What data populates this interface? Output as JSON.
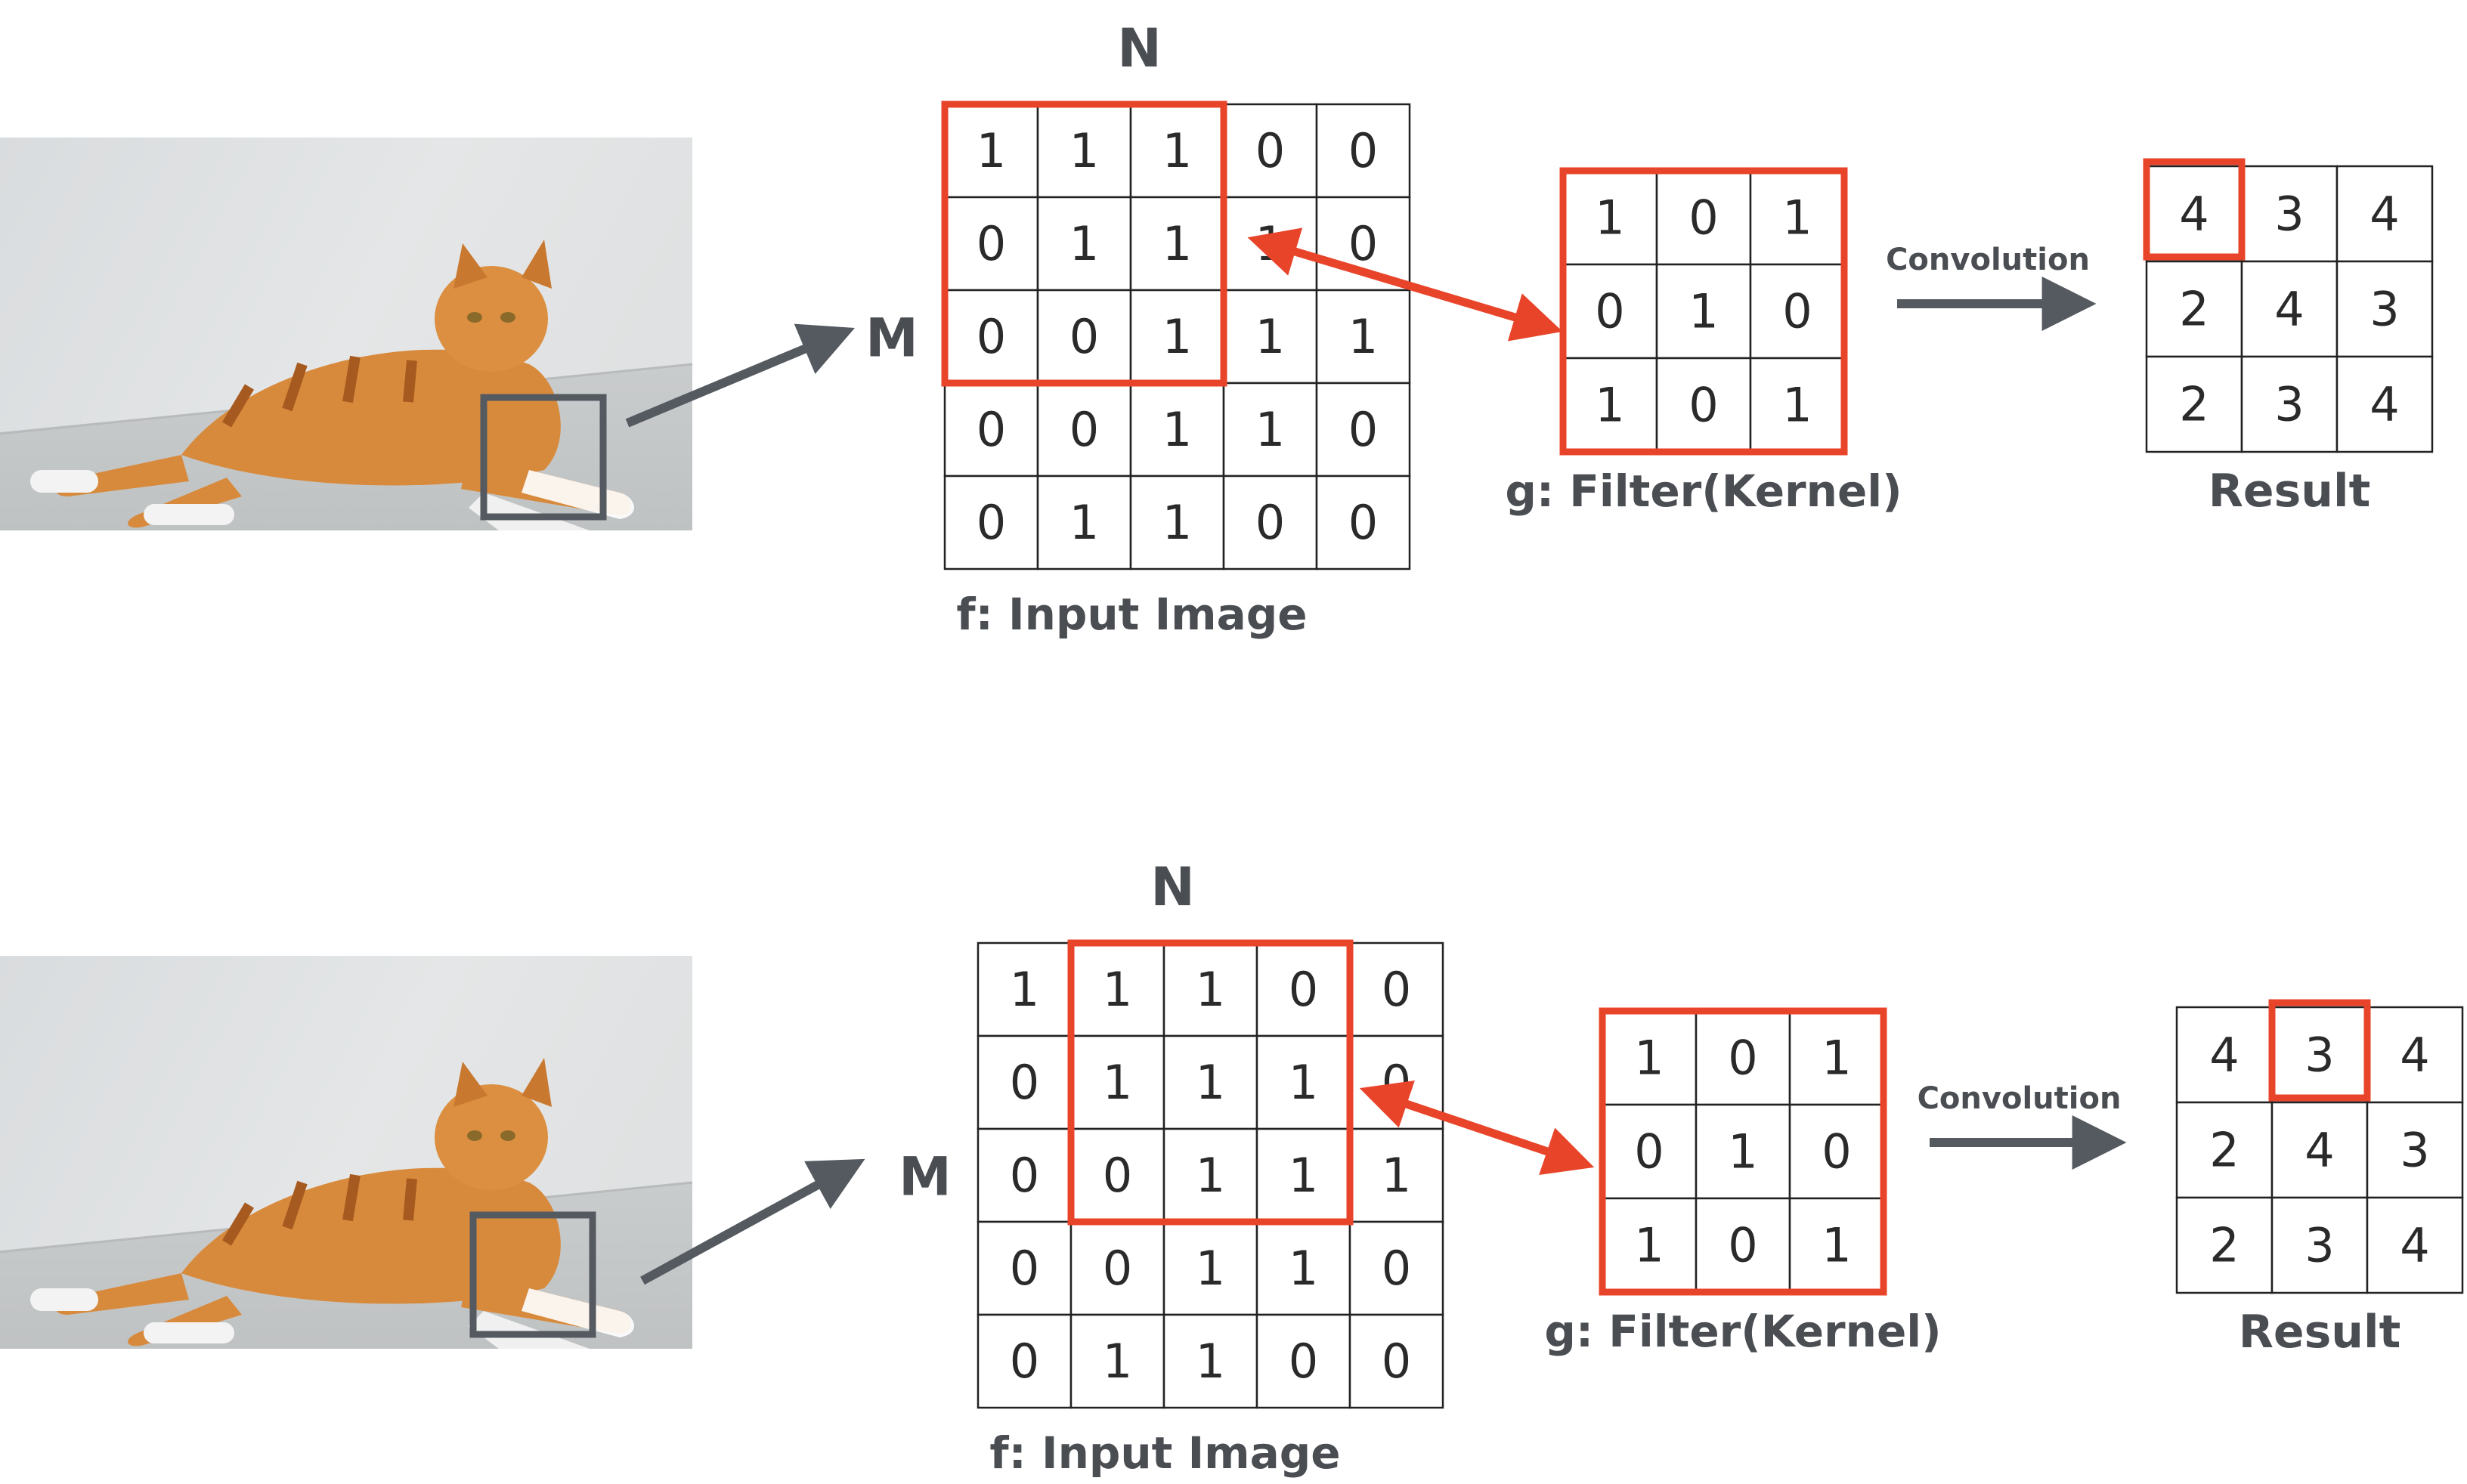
{
  "colors": {
    "highlight": "#e8442a",
    "arrow": "#555a61",
    "label": "#4a4d52"
  },
  "panels": [
    {
      "input": {
        "caption": "f: Input Image",
        "n_label": "N",
        "m_label": "M",
        "values": [
          [
            1,
            1,
            1,
            0,
            0
          ],
          [
            0,
            1,
            1,
            1,
            0
          ],
          [
            0,
            0,
            1,
            1,
            1
          ],
          [
            0,
            0,
            1,
            1,
            0
          ],
          [
            0,
            1,
            1,
            0,
            0
          ]
        ],
        "window": {
          "row": 0,
          "col": 0
        }
      },
      "kernel": {
        "caption": "g: Filter(Kernel)",
        "values": [
          [
            1,
            0,
            1
          ],
          [
            0,
            1,
            0
          ],
          [
            1,
            0,
            1
          ]
        ]
      },
      "operation_label": "Convolution",
      "result": {
        "caption": "Result",
        "values": [
          [
            4,
            3,
            4
          ],
          [
            2,
            4,
            3
          ],
          [
            2,
            3,
            4
          ]
        ],
        "highlight": {
          "row": 0,
          "col": 0
        }
      }
    },
    {
      "input": {
        "caption": "f: Input Image",
        "n_label": "N",
        "m_label": "M",
        "values": [
          [
            1,
            1,
            1,
            0,
            0
          ],
          [
            0,
            1,
            1,
            1,
            0
          ],
          [
            0,
            0,
            1,
            1,
            1
          ],
          [
            0,
            0,
            1,
            1,
            0
          ],
          [
            0,
            1,
            1,
            0,
            0
          ]
        ],
        "window": {
          "row": 0,
          "col": 1
        }
      },
      "kernel": {
        "caption": "g: Filter(Kernel)",
        "values": [
          [
            1,
            0,
            1
          ],
          [
            0,
            1,
            0
          ],
          [
            1,
            0,
            1
          ]
        ]
      },
      "operation_label": "Convolution",
      "result": {
        "caption": "Result",
        "values": [
          [
            4,
            3,
            4
          ],
          [
            2,
            4,
            3
          ],
          [
            2,
            3,
            4
          ]
        ],
        "highlight": {
          "row": 0,
          "col": 1
        }
      }
    }
  ]
}
